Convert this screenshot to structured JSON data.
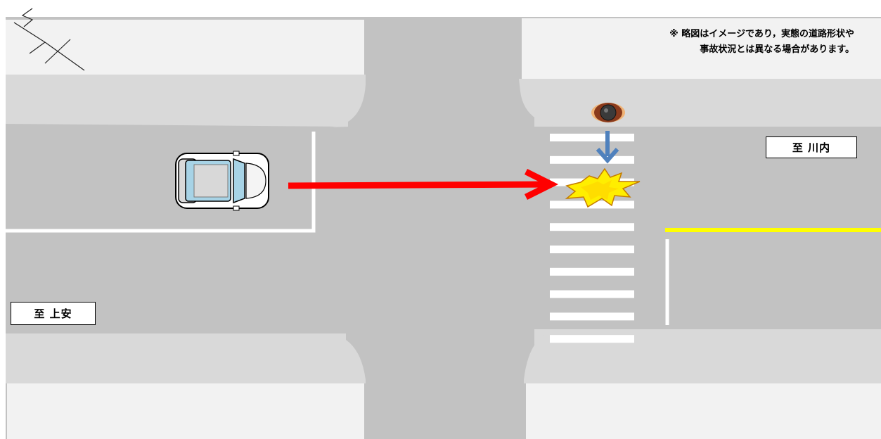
{
  "note": {
    "line1": "※ 略図はイメージであり，実態の道路形状や",
    "line2": "事故状況とは異なる場合があります。"
  },
  "labels": {
    "to_kawauchi": "至 川内",
    "to_kamiyasu": "至 上安"
  },
  "icons": {
    "north_arrow": "north-arrow-icon",
    "car": "car-icon",
    "pedestrian": "pedestrian-icon",
    "collision": "collision-burst-icon"
  },
  "colors": {
    "road": "#c2c2c2",
    "sidewalk": "#dcdcdc",
    "block": "#f2f2f2",
    "vehicle_path": "#ff0000",
    "pedestrian_path": "#4f81bd",
    "center_line": "#ffff00",
    "burst": "#ffee00"
  }
}
